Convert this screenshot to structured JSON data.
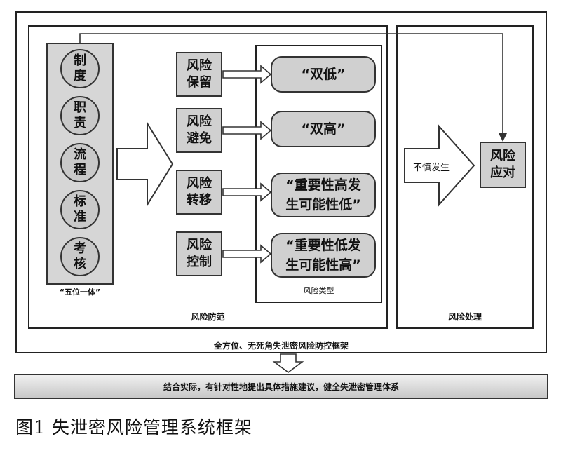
{
  "five_in_one": {
    "items": [
      "制\n度",
      "职\n责",
      "流\n程",
      "标\n准",
      "考\n核"
    ],
    "label": "“五位一体”"
  },
  "strategies": [
    "风险\n保留",
    "风险\n避免",
    "风险\n转移",
    "风险\n控制"
  ],
  "risk_types": {
    "items": [
      "“双低”",
      "“双高”",
      "“重要性高发\n生可能性低”",
      "“重要性低发\n生可能性高”"
    ],
    "label": "风险类型"
  },
  "prevention_label": "风险防范",
  "handling": {
    "trigger_label": "不慎发生",
    "response": "风险\n应对",
    "label": "风险处理"
  },
  "outer_label": "全方位、无死角失泄密风险防控框架",
  "bottom_bar": "结合实际，有针对性地提出具体措施建议，健全失泄密管理体系",
  "caption": "图1 失泄密风险管理系统框架"
}
